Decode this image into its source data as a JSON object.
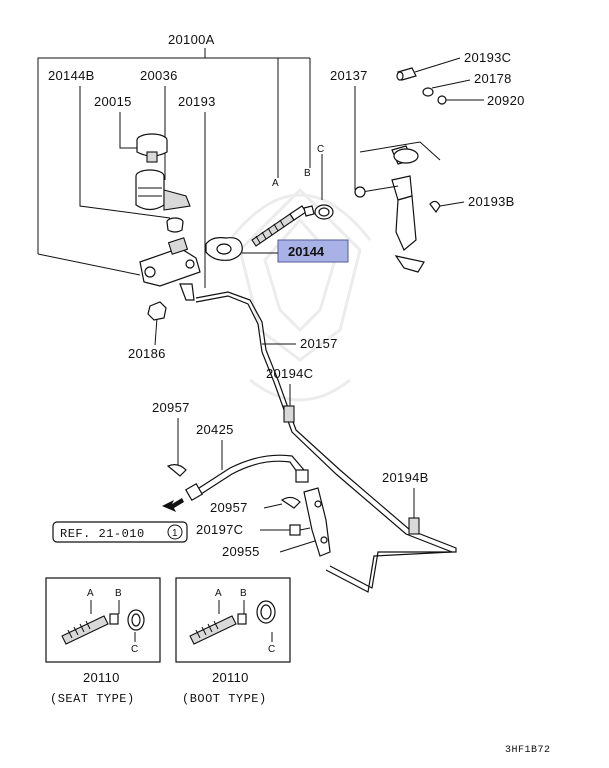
{
  "diagram": {
    "highlight_color": "#a9b2e6",
    "labels": {
      "p20100A": "20100A",
      "p20144B": "20144B",
      "p20036": "20036",
      "p20015": "20015",
      "p20193": "20193",
      "p20137": "20137",
      "p20193C": "20193C",
      "p20178": "20178",
      "p20920": "20920",
      "p20193B": "20193B",
      "p20144": "20144",
      "p20186": "20186",
      "p20157": "20157",
      "p20194C": "20194C",
      "p20957a": "20957",
      "p20425": "20425",
      "p20194B": "20194B",
      "p20957b": "20957",
      "p20197C": "20197C",
      "p20955": "20955",
      "ref": "REF. 21-010",
      "ref_num": "1",
      "letter_A": "A",
      "letter_B": "B",
      "letter_C": "C"
    },
    "insets": [
      {
        "part_no": "20110",
        "caption": "(SEAT TYPE)"
      },
      {
        "part_no": "20110",
        "caption": "(BOOT TYPE)"
      }
    ],
    "diagram_code": "3HF1B72"
  }
}
